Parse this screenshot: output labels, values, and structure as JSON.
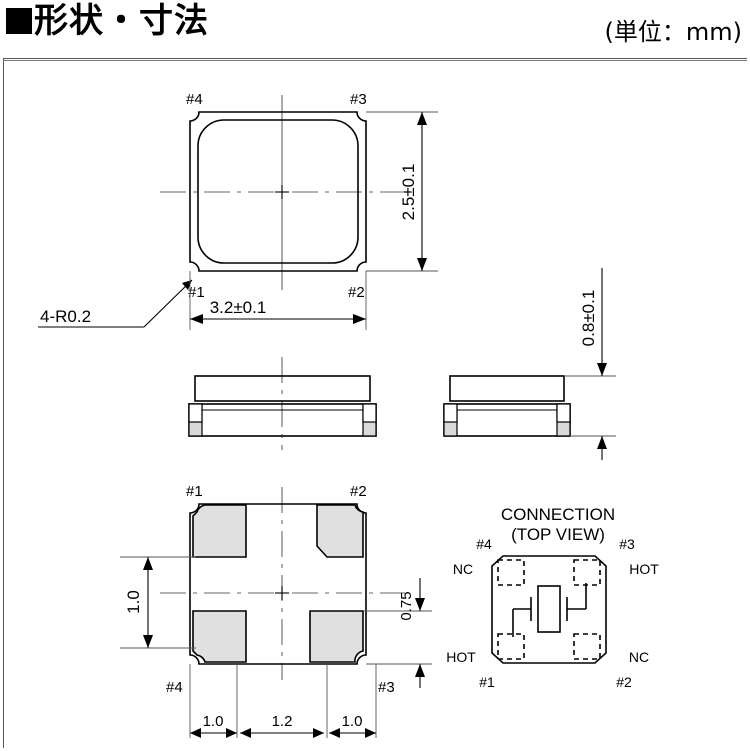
{
  "header": {
    "bullet_icon": "filled-square-bullet",
    "title": "形状・寸法",
    "unit_note": "(単位：mm)"
  },
  "views": {
    "top_view": {
      "name": "top-view",
      "pin_labels": {
        "p4": "#4",
        "p3": "#3",
        "p1": "#1",
        "p2": "#2"
      },
      "width_dim": "3.2±0.1",
      "height_dim": "2.5±0.1",
      "corner_note": "4-R0.2"
    },
    "front_view": {
      "name": "front-view"
    },
    "side_view": {
      "name": "side-view",
      "height_dim": "0.8±0.1"
    },
    "bottom_view": {
      "name": "bottom-view",
      "pin_labels": {
        "p1": "#1",
        "p2": "#2",
        "p4": "#4",
        "p3": "#3"
      },
      "pad_pitch_left": "1.0",
      "pad_gap_center": "1.2",
      "pad_pitch_right": "1.0",
      "pad_height_dim": "1.0",
      "pad_edge_dim": "0.75"
    },
    "connection": {
      "name": "connection-diagram",
      "title_line1": "CONNECTION",
      "title_line2": "(TOP VIEW)",
      "pins": [
        {
          "id": "#4",
          "function": "NC",
          "position": "top-left"
        },
        {
          "id": "#3",
          "function": "HOT",
          "position": "top-right"
        },
        {
          "id": "#1",
          "function": "HOT",
          "position": "bottom-left"
        },
        {
          "id": "#2",
          "function": "NC",
          "position": "bottom-right"
        }
      ],
      "symbol": "crystal-resonator-icon"
    }
  },
  "colors": {
    "line": "#000000",
    "pad_fill": "#e0e0e0",
    "center_line": "#666666",
    "frame": "#555555"
  }
}
